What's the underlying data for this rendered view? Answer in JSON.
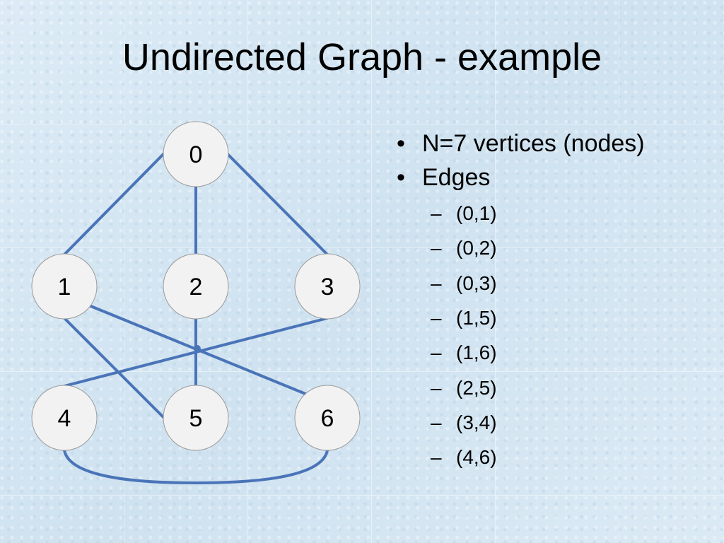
{
  "slide": {
    "title": "Undirected Graph - example"
  },
  "graph": {
    "nodes": [
      {
        "id": 0,
        "label": "0"
      },
      {
        "id": 1,
        "label": "1"
      },
      {
        "id": 2,
        "label": "2"
      },
      {
        "id": 3,
        "label": "3"
      },
      {
        "id": 4,
        "label": "4"
      },
      {
        "id": 5,
        "label": "5"
      },
      {
        "id": 6,
        "label": "6"
      }
    ],
    "edges": [
      [
        0,
        1
      ],
      [
        0,
        2
      ],
      [
        0,
        3
      ],
      [
        1,
        5
      ],
      [
        1,
        6
      ],
      [
        2,
        5
      ],
      [
        3,
        4
      ],
      [
        4,
        6
      ]
    ],
    "edge_color": "#4a74b8",
    "node_fill": "#f2f2f2",
    "node_stroke": "#9a9a9a"
  },
  "bullets": {
    "vertices": "N=7 vertices (nodes)",
    "edges_heading": "Edges",
    "edge_list": [
      "(0,1)",
      "(0,2)",
      "(0,3)",
      "(1,5)",
      "(1,6)",
      "(2,5)",
      "(3,4)",
      "(4,6)"
    ]
  }
}
